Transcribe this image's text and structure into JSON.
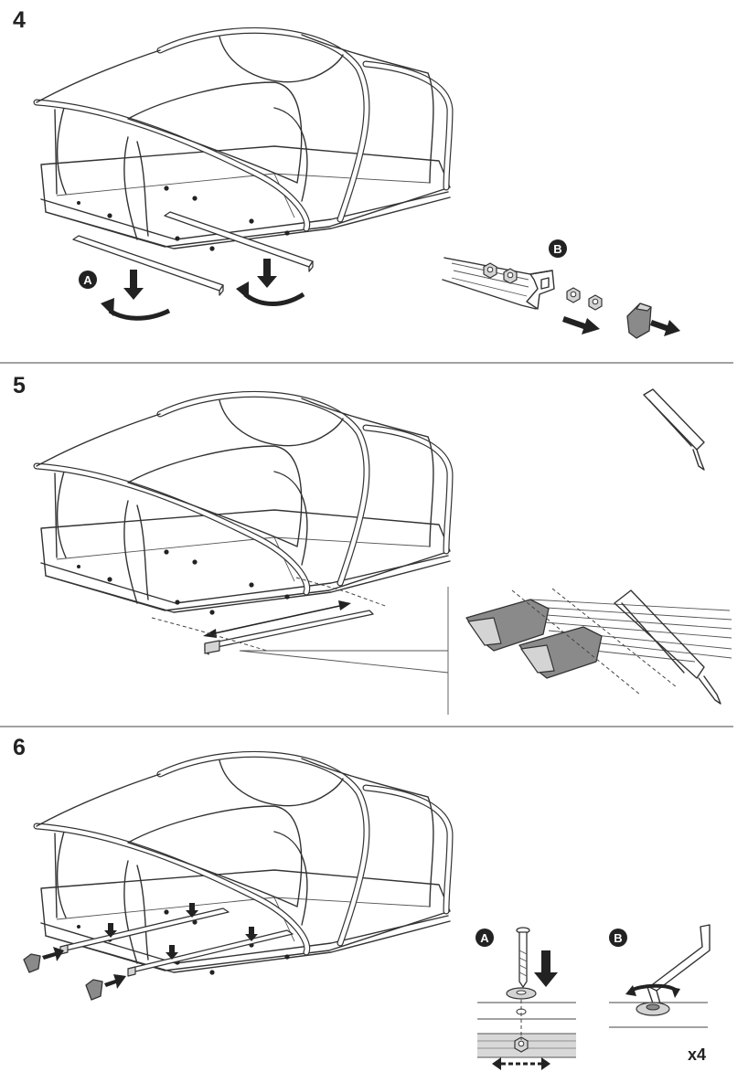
{
  "steps": [
    {
      "number": "4"
    },
    {
      "number": "5"
    },
    {
      "number": "6"
    }
  ],
  "callouts": {
    "step4_a": "A",
    "step4_b": "B",
    "step6_a": "A",
    "step6_b": "B"
  },
  "quantity": "x4",
  "icons": {
    "tent": "roof-tent-icon",
    "saw": "hacksaw-icon",
    "rail": "mounting-rail-icon",
    "nut": "nut-icon",
    "end_cap": "end-cap-icon",
    "bolt": "bolt-icon",
    "wrench": "allen-key-icon"
  }
}
